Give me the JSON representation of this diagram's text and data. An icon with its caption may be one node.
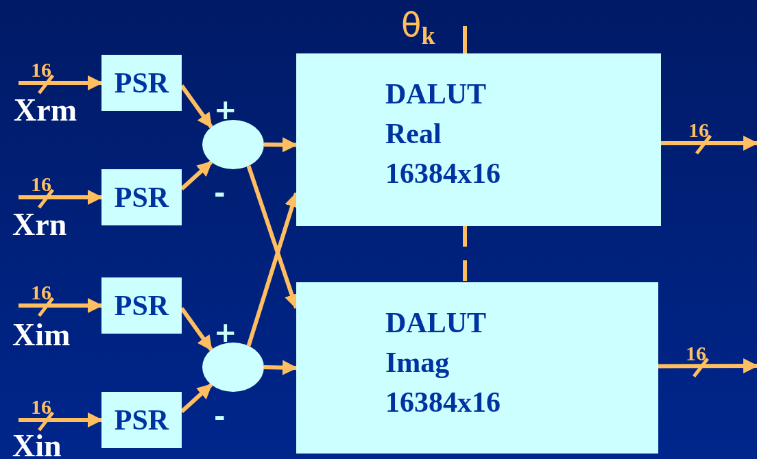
{
  "diagram": {
    "nodes": [
      {
        "text": [
          "PSR"
        ]
      },
      {
        "text": [
          "PSR"
        ]
      },
      {
        "text": [
          "PSR"
        ]
      },
      {
        "text": [
          "PSR"
        ]
      },
      {
        "text": [],
        "shape": "circle"
      },
      {
        "text": [],
        "shape": "circle"
      },
      {
        "text": [
          "DALUT",
          "Real",
          "16384x16"
        ]
      },
      {
        "text": [
          "DALUT",
          "Imag",
          "16384x16"
        ]
      }
    ],
    "edges": [
      {
        "from": null,
        "to": 0,
        "arrow": "to",
        "label": "16"
      },
      {
        "from": null,
        "to": 1,
        "arrow": "to",
        "label": "16"
      },
      {
        "from": null,
        "to": 2,
        "arrow": "to",
        "label": "16"
      },
      {
        "from": null,
        "to": 3,
        "arrow": "to",
        "label": "16"
      },
      {
        "from": 0,
        "to": 4,
        "arrow": "to"
      },
      {
        "from": 1,
        "to": 4,
        "arrow": "to"
      },
      {
        "from": 2,
        "to": 5,
        "arrow": "to"
      },
      {
        "from": 3,
        "to": 5,
        "arrow": "to"
      },
      {
        "from": 4,
        "to": 6,
        "arrow": "to"
      },
      {
        "from": 4,
        "to": 7,
        "arrow": "to"
      },
      {
        "from": 5,
        "to": 6,
        "arrow": "to"
      },
      {
        "from": 5,
        "to": 7,
        "arrow": "to"
      },
      {
        "from": 6,
        "to": null,
        "arrow": "to",
        "label": "16"
      },
      {
        "from": 7,
        "to": null,
        "arrow": "to",
        "label": "16"
      },
      {
        "from": null,
        "to": 6,
        "arrow": "none"
      },
      {
        "from": 6,
        "to": 7,
        "arrow": "none",
        "style": "dashed"
      }
    ],
    "labels": [
      "θ$_{k}$",
      "Xrm",
      "+",
      "Xrn",
      "-",
      "Xim",
      "+",
      "Xin",
      "-"
    ]
  }
}
